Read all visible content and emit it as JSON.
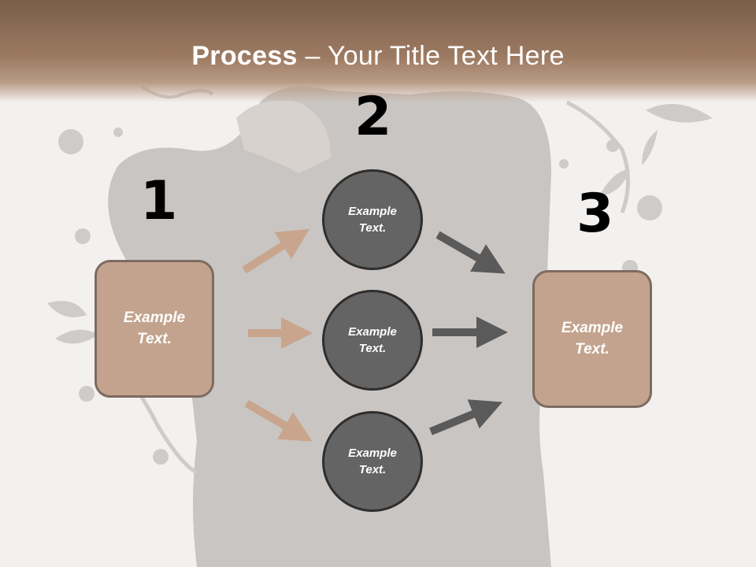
{
  "title": {
    "bold": "Process",
    "separator": " – ",
    "rest": "Your Title Text Here"
  },
  "steps": [
    {
      "number": "1",
      "line1": "Example",
      "line2": "Text."
    },
    {
      "number": "2",
      "line1": "Example",
      "line2": "Text."
    },
    {
      "number": "3",
      "line1": "Example",
      "line2": "Text."
    }
  ],
  "nodes": [
    {
      "line1": "Example",
      "line2": "Text."
    },
    {
      "line1": "Example",
      "line2": "Text."
    },
    {
      "line1": "Example",
      "line2": "Text."
    }
  ],
  "colors": {
    "box_fill": "#c3a38e",
    "box_border": "#7e6b60",
    "circle_fill": "#646464",
    "arrow_in": "#c8a58c",
    "arrow_out": "#5a5a5a"
  }
}
